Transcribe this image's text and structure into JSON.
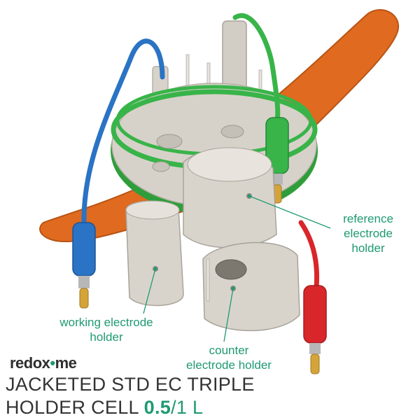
{
  "colors": {
    "accent": "#1f9a73",
    "orange_jacket": "#e06a1f",
    "cell_body": "#cfcac1",
    "cable_blue": "#2a73c5",
    "cable_green": "#38b449",
    "cable_red": "#d9262b",
    "text_dark": "#333333"
  },
  "labels": {
    "reference": [
      "reference",
      "electrode",
      "holder"
    ],
    "working": [
      "working electrode",
      "holder"
    ],
    "counter": [
      "counter",
      "electrode holder"
    ]
  },
  "brand": {
    "part1": "redox",
    "dot": "•",
    "part2": "me"
  },
  "title": {
    "line1": "JACKETED STD EC TRIPLE",
    "line2_prefix": "HOLDER CELL ",
    "size_primary": "0.5",
    "size_rest": "/1 L"
  }
}
